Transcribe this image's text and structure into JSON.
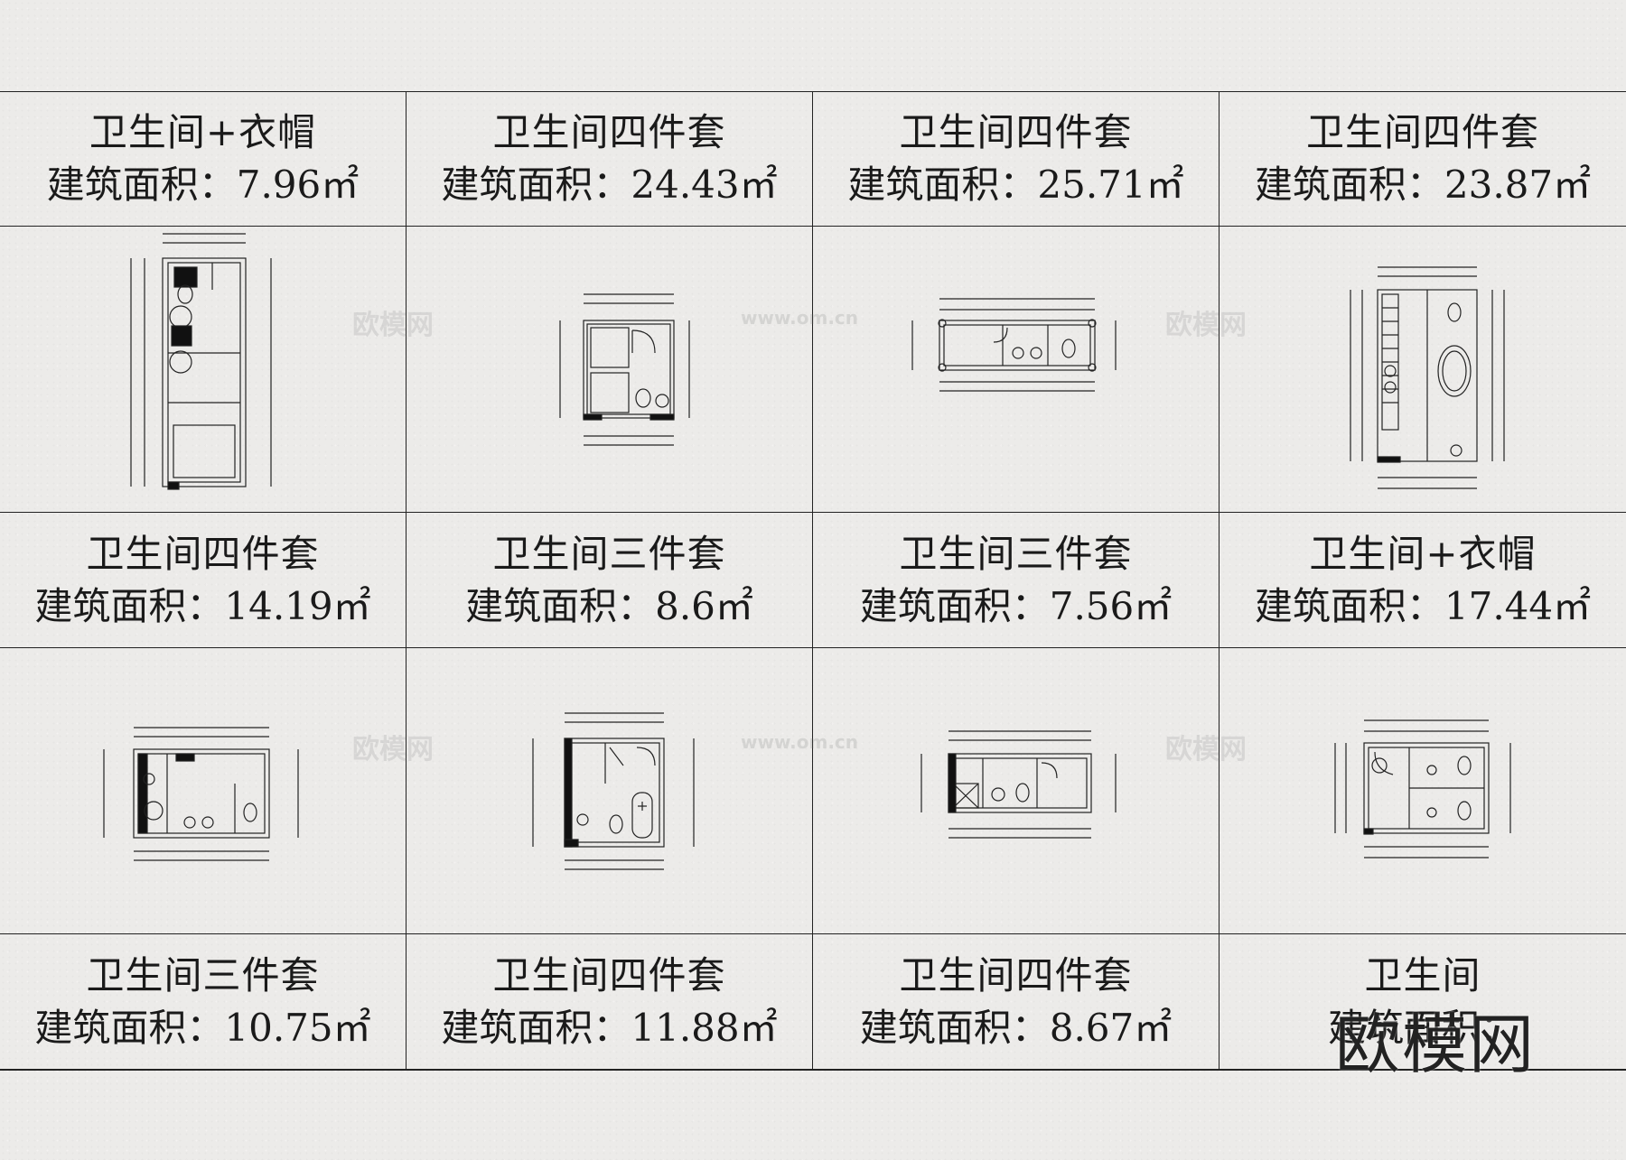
{
  "cells": [
    {
      "title": "卫生间+衣帽",
      "area": "建筑面积：7.96㎡"
    },
    {
      "title": "卫生间四件套",
      "area": "建筑面积：24.43㎡"
    },
    {
      "title": "卫生间四件套",
      "area": "建筑面积：25.71㎡"
    },
    {
      "title": "卫生间四件套",
      "area": "建筑面积：23.87㎡"
    },
    {
      "title": "卫生间四件套",
      "area": "建筑面积：14.19㎡"
    },
    {
      "title": "卫生间三件套",
      "area": "建筑面积：8.6㎡"
    },
    {
      "title": "卫生间三件套",
      "area": "建筑面积：7.56㎡"
    },
    {
      "title": "卫生间+衣帽",
      "area": "建筑面积：17.44㎡"
    },
    {
      "title": "卫生间三件套",
      "area": "建筑面积：10.75㎡"
    },
    {
      "title": "卫生间四件套",
      "area": "建筑面积：11.88㎡"
    },
    {
      "title": "卫生间四件套",
      "area": "建筑面积：8.67㎡"
    },
    {
      "title": "卫生间",
      "area": "建筑面积："
    }
  ],
  "watermark": {
    "brand": "欧模网",
    "url": "www.om.cn"
  },
  "logo": "欧模网"
}
